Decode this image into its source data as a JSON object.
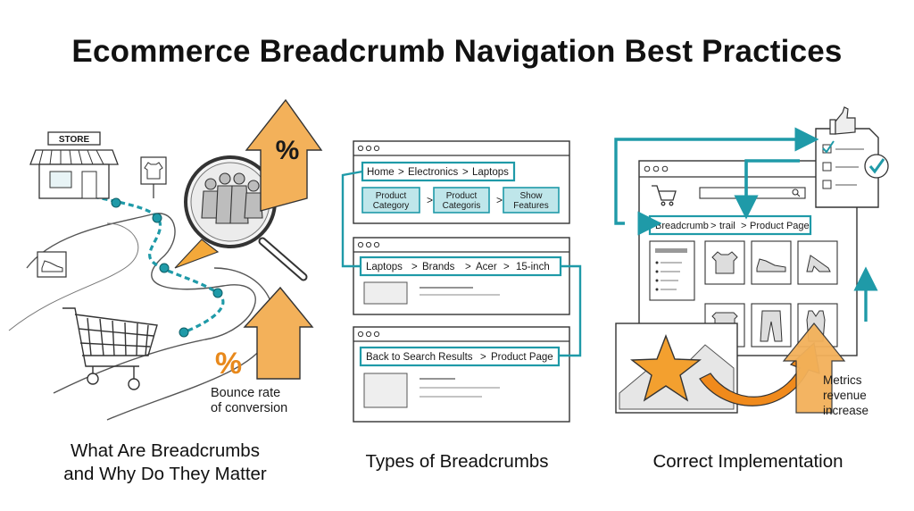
{
  "title": "Ecommerce Breadcrumb Navigation Best Practices",
  "colors": {
    "accent_teal": "#1f9aa8",
    "chip_fill": "#bfe6ea",
    "arrow_orange": "#f08a1c",
    "ink": "#2a2a2a"
  },
  "panel1": {
    "store_sign": "STORE",
    "percent_symbol": "%",
    "annotation": [
      "Bounce rate",
      "of conversion"
    ],
    "caption": [
      "What Are Breadcrumbs",
      "and Why Do They Matter"
    ],
    "icons": [
      "store-icon",
      "shirt-icon",
      "shoe-icon",
      "shopping-cart-icon",
      "magnifier-icon",
      "people-icon",
      "up-arrow-icon"
    ]
  },
  "panel2": {
    "hierarchy_trail": [
      "Home",
      "Electronics",
      "Laptops"
    ],
    "hierarchy_chips": [
      "Product\nCategory",
      "Product\nCategoris",
      "Show\nFeatures"
    ],
    "attribute_trail": [
      "Laptops",
      "Brands",
      "Acer",
      "15-inch"
    ],
    "history_trail": [
      "Back to Search Results",
      "Product Page"
    ],
    "separator": ">",
    "caption": "Types of Breadcrumbs"
  },
  "panel3": {
    "trail": [
      "Breadcrumb",
      "trail",
      "Product Page"
    ],
    "separator": ">",
    "annotation": [
      "Metrics",
      "revenue",
      "increase"
    ],
    "caption": "Correct Implementation",
    "icons": [
      "checklist-icon",
      "thumbs-up-icon",
      "cart-icon",
      "search-icon",
      "tshirt-icon",
      "shoe-icon",
      "heel-icon",
      "pants-icon",
      "tank-top-icon",
      "star-icon",
      "curved-arrow-icon"
    ]
  }
}
